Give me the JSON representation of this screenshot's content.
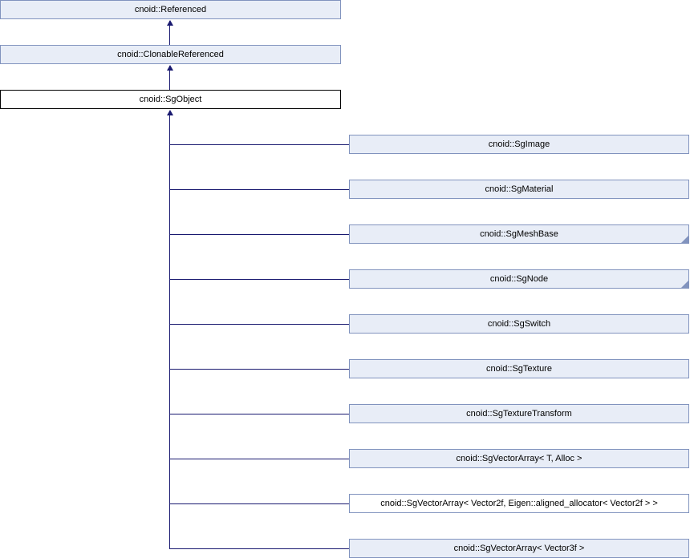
{
  "diagram": {
    "base_chain": [
      {
        "label": "cnoid::Referenced",
        "current": false,
        "plain": false,
        "truncated": false
      },
      {
        "label": "cnoid::ClonableReferenced",
        "current": false,
        "plain": false,
        "truncated": false
      },
      {
        "label": "cnoid::SgObject",
        "current": true,
        "plain": false,
        "truncated": false
      }
    ],
    "derived": [
      {
        "label": "cnoid::SgImage",
        "current": false,
        "plain": false,
        "truncated": false
      },
      {
        "label": "cnoid::SgMaterial",
        "current": false,
        "plain": false,
        "truncated": false
      },
      {
        "label": "cnoid::SgMeshBase",
        "current": false,
        "plain": false,
        "truncated": true
      },
      {
        "label": "cnoid::SgNode",
        "current": false,
        "plain": false,
        "truncated": true
      },
      {
        "label": "cnoid::SgSwitch",
        "current": false,
        "plain": false,
        "truncated": false
      },
      {
        "label": "cnoid::SgTexture",
        "current": false,
        "plain": false,
        "truncated": false
      },
      {
        "label": "cnoid::SgTextureTransform",
        "current": false,
        "plain": false,
        "truncated": false
      },
      {
        "label": "cnoid::SgVectorArray< T, Alloc >",
        "current": false,
        "plain": false,
        "truncated": false
      },
      {
        "label": "cnoid::SgVectorArray< Vector2f, Eigen::aligned_allocator< Vector2f > >",
        "current": false,
        "plain": true,
        "truncated": false
      },
      {
        "label": "cnoid::SgVectorArray< Vector3f >",
        "current": false,
        "plain": false,
        "truncated": false
      }
    ],
    "colors": {
      "background": "#ffffff",
      "node_fill": "#e8edf7",
      "node_border": "#8193be",
      "current_node_fill": "#ffffff",
      "current_node_border": "#000000",
      "plain_node_fill": "#ffffff",
      "edge": "#191970",
      "label_text": "#000000"
    }
  }
}
